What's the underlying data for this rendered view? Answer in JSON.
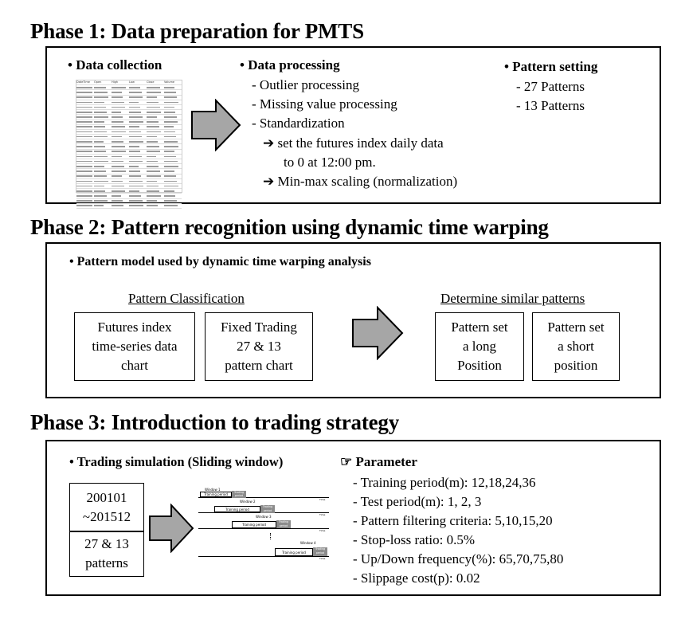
{
  "phase1": {
    "title": "Phase 1: Data preparation for PMTS",
    "data_collection": {
      "heading": "• Data collection",
      "table_header": [
        "DateTime",
        "Open",
        "High",
        "Low",
        "Close",
        "Volume"
      ]
    },
    "data_processing": {
      "heading": "• Data processing",
      "items": [
        "- Outlier processing",
        "- Missing value processing",
        "- Standardization"
      ],
      "sub_items": [
        "➔ set the futures index daily data",
        "to 0 at 12:00 pm.",
        "➔ Min-max scaling (normalization)"
      ]
    },
    "pattern_setting": {
      "heading": "• Pattern setting",
      "items": [
        "- 27 Patterns",
        "- 13 Patterns"
      ]
    }
  },
  "phase2": {
    "title": "Phase 2: Pattern recognition using dynamic time warping",
    "panel_heading": "• Pattern model used by dynamic time warping analysis",
    "classification_label": "Pattern Classification",
    "similar_label": "Determine similar patterns",
    "box_futures": [
      "Futures index",
      "time-series data",
      "chart"
    ],
    "box_fixed": [
      "Fixed Trading",
      "27 & 13",
      "pattern chart"
    ],
    "box_long": [
      "Pattern set",
      "a long",
      "Position"
    ],
    "box_short": [
      "Pattern set",
      "a short",
      "position"
    ]
  },
  "phase3": {
    "title": "Phase 3: Introduction to trading strategy",
    "sim_heading": "• Trading simulation (Sliding window)",
    "period_box": [
      "200101",
      "~201512"
    ],
    "patterns_box": [
      "27 & 13",
      "patterns"
    ],
    "windows": [
      {
        "label": "Window 1",
        "training": "Training period",
        "trading": "Trading period"
      },
      {
        "label": "Window 2",
        "training": "Training period",
        "trading": "Trading period"
      },
      {
        "label": "Window 3",
        "training": "Training period",
        "trading": "Trading period"
      },
      {
        "label": "Window 4",
        "training": "Training period",
        "trading": "Trading period"
      }
    ],
    "time_label": "Time",
    "parameter_heading": "☞ Parameter",
    "parameters": [
      "- Training period(m): 12,18,24,36",
      "- Test period(m): 1, 2, 3",
      "- Pattern filtering criteria: 5,10,15,20",
      "- Stop-loss ratio: 0.5%",
      "- Up/Down frequency(%): 65,70,75,80",
      "- Slippage cost(p): 0.02"
    ]
  },
  "colors": {
    "arrow_fill": "#a6a6a6",
    "trading_fill": "#8c8c8c",
    "line": "#000000"
  }
}
